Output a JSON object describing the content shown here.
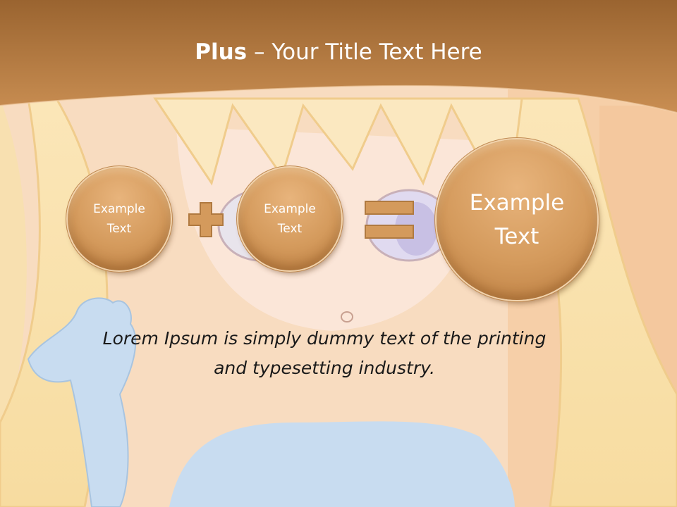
{
  "slide": {
    "title_bold": "Plus",
    "title_rest": " – Your Title Text Here",
    "circles": [
      {
        "label": "Example\nText"
      },
      {
        "label": "Example\nText"
      },
      {
        "label": "Example\nText"
      }
    ],
    "body_text": "Lorem Ipsum is simply dummy text of the printing\nand typesetting industry.",
    "operators": [
      "plus-icon",
      "equals-icon"
    ]
  },
  "colors": {
    "header": "#a8703a",
    "circle_fill": "#d49a5c",
    "background": "#f9dcc0",
    "text_dark": "#1a1a1a"
  }
}
